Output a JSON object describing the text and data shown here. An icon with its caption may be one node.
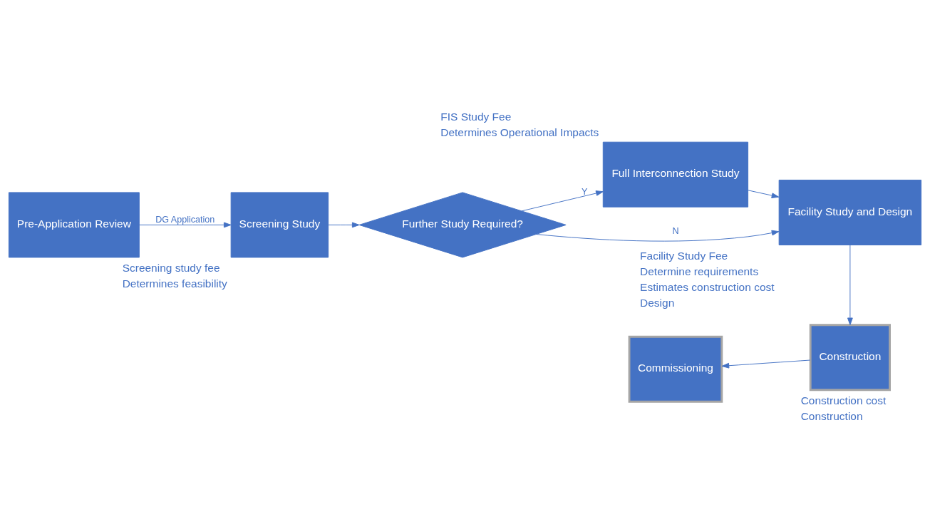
{
  "diagram": {
    "nodes": [
      {
        "text": [
          "Pre-Application Review"
        ]
      },
      {
        "text": [
          "Screening Study"
        ],
        "beside": [
          "Screening study fee",
          "Determines feasibility"
        ]
      },
      {
        "text": [
          "Further Study Required?"
        ]
      },
      {
        "text": [
          "Full Interconnection Study"
        ],
        "beside": [
          "FIS Study Fee",
          "Determines Operational Impacts"
        ]
      },
      {
        "text": [
          "Facility Study and Design"
        ],
        "beside": [
          "Facility Study Fee",
          "Determine requirements",
          "Estimates construction cost",
          "Design"
        ]
      },
      {
        "text": [
          "Construction"
        ],
        "beside": [
          "Construction cost",
          "Construction"
        ]
      },
      {
        "text": [
          "Commissioning"
        ]
      }
    ],
    "edges": [
      {
        "from": 0,
        "to": 1,
        "arrow": "to",
        "label": "DG Application"
      },
      {
        "from": 1,
        "to": 2,
        "arrow": "to"
      },
      {
        "from": 2,
        "to": 3,
        "arrow": "to",
        "label": "Y"
      },
      {
        "from": 3,
        "to": 4,
        "arrow": "to"
      },
      {
        "from": 2,
        "to": 4,
        "arrow": "to",
        "label": "N"
      },
      {
        "from": 4,
        "to": 5,
        "arrow": "to"
      },
      {
        "from": 5,
        "to": 6,
        "arrow": "to"
      }
    ]
  }
}
